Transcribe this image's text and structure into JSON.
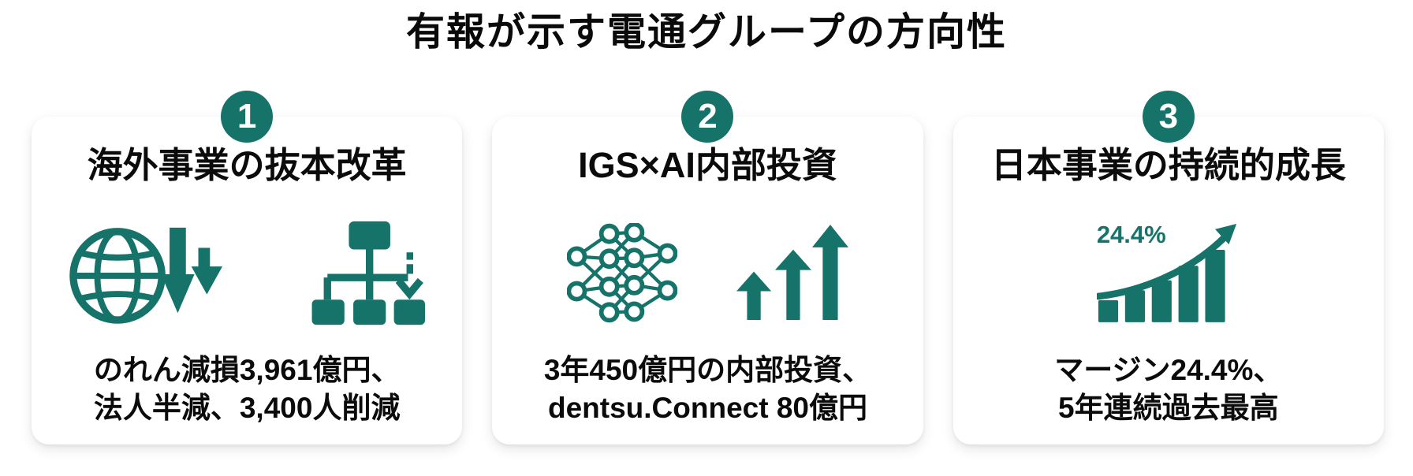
{
  "page": {
    "title": "有報が示す電通グループの方向性",
    "accent_color": "#16736A",
    "background_color": "#ffffff",
    "text_color": "#0b0b0b"
  },
  "cards": [
    {
      "number": "1",
      "title": "海外事業の抜本改革",
      "icons": [
        "globe-decline-icon",
        "org-chart-downsize-icon"
      ],
      "description_line1": "のれん減損3,961億円、",
      "description_line2": "法人半減、3,400人削減"
    },
    {
      "number": "2",
      "title": "IGS×AI内部投資",
      "icons": [
        "neural-network-icon",
        "rising-arrows-icon"
      ],
      "description_line1": "3年450億円の内部投資、",
      "description_line2": "dentsu.Connect 80億円"
    },
    {
      "number": "3",
      "title": "日本事業の持続的成長",
      "icons": [
        "growth-chart-icon"
      ],
      "chart_label": "24.4%",
      "description_line1": "マージン24.4%、",
      "description_line2": "5年連続過去最高"
    }
  ]
}
